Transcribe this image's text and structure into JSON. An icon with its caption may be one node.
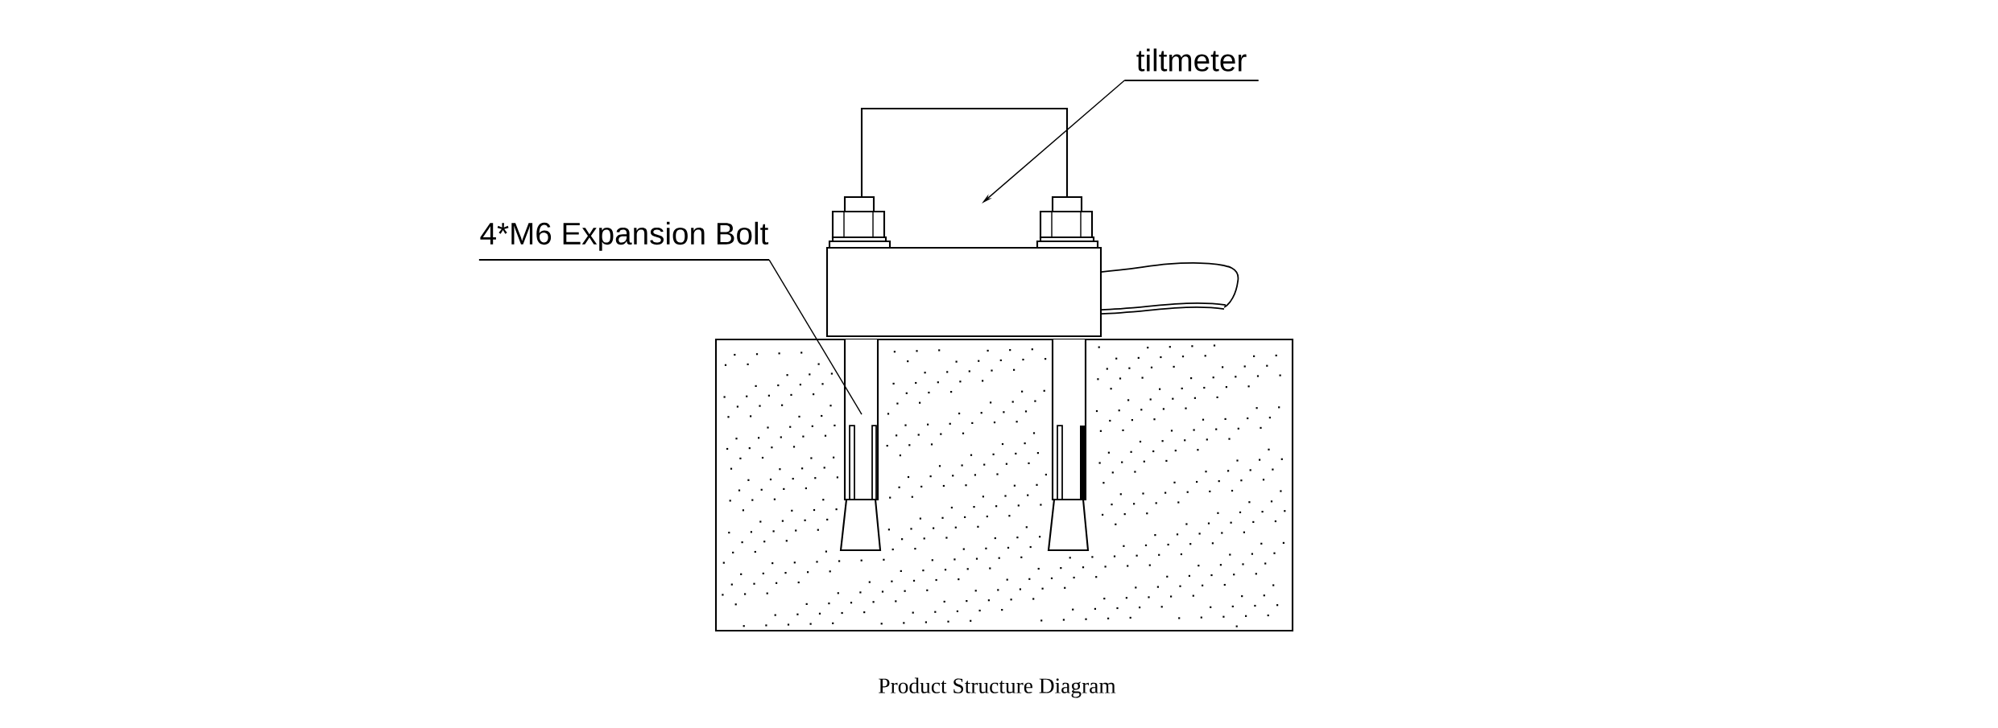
{
  "diagram": {
    "caption": "Product Structure Diagram",
    "nodes": [
      {
        "text": [
          "tiltmeter"
        ]
      },
      {
        "text": [],
        "shape": "picture"
      },
      {
        "text": [
          "4*M6 Expansion Bolt"
        ]
      },
      {
        "text": [],
        "shape": "picture"
      }
    ],
    "edges": [
      {
        "from": 0,
        "to": 1,
        "arrow": "to"
      },
      {
        "from": 2,
        "to": 3,
        "arrow": "none"
      }
    ]
  }
}
